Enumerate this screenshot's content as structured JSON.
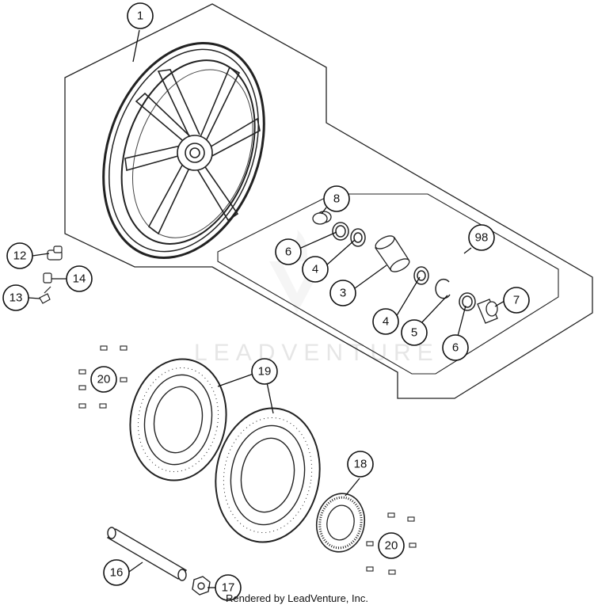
{
  "watermark": "LEADVENTURE",
  "credit": "Rendered by LeadVenture, Inc.",
  "callouts": [
    {
      "id": "1",
      "name": "callout-1"
    },
    {
      "id": "98",
      "name": "callout-98"
    },
    {
      "id": "8",
      "name": "callout-8"
    },
    {
      "id": "6",
      "name": "callout-6-upper"
    },
    {
      "id": "4",
      "name": "callout-4-upper"
    },
    {
      "id": "3",
      "name": "callout-3"
    },
    {
      "id": "4",
      "name": "callout-4-lower"
    },
    {
      "id": "5",
      "name": "callout-5"
    },
    {
      "id": "6",
      "name": "callout-6-lower"
    },
    {
      "id": "7",
      "name": "callout-7"
    },
    {
      "id": "12",
      "name": "callout-12"
    },
    {
      "id": "14",
      "name": "callout-14"
    },
    {
      "id": "13",
      "name": "callout-13"
    },
    {
      "id": "20",
      "name": "callout-20-upper"
    },
    {
      "id": "19",
      "name": "callout-19"
    },
    {
      "id": "18",
      "name": "callout-18"
    },
    {
      "id": "20",
      "name": "callout-20-lower"
    },
    {
      "id": "16",
      "name": "callout-16"
    },
    {
      "id": "17",
      "name": "callout-17"
    }
  ]
}
